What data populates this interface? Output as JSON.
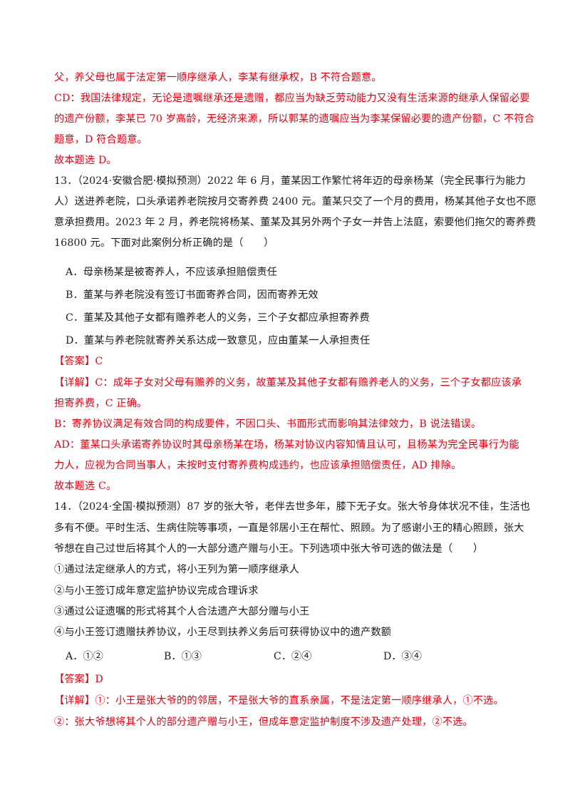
{
  "lines_top": [
    "父，养父母也属于法定第一顺序继承人，李某有继承权，B 不符合题意。",
    "CD：我国法律规定，无论是遗嘱继承还是遗赠，都应当为缺乏劳动能力又没有生活来源的继承人保留必要",
    "的遗产份额，李某已 70 岁高龄，无经济来源，所以郭某的遗嘱应当为李某保留必要的遗产份额，C 不符合",
    "题意，D 符合题意。",
    "故本题选 D。"
  ],
  "q13": {
    "stem": [
      "13．（2024·安徽合肥·模拟预测）2022 年 6 月，董某因工作繁忙将年迈的母亲杨某（完全民事行为能力",
      "人）送进养老院，口头承诺养老院按月交寄养费 2400 元。董某只交了一个月的费用，杨某其他子女也不愿",
      "意承担费用。2023 年 2 月，养老院将杨某、董某及其另外两个子女一并告上法庭，索要他们拖欠的寄养费",
      "16800 元。下面对此案例分析正确的是（　　）"
    ],
    "options": [
      "A．母亲杨某是被寄养人，不应该承担赔偿责任",
      "B．董某与养老院没有签订书面寄养合同，因而寄养无效",
      "C．董某及其他子女都有赡养老人的义务，三个子女都应承担寄养费",
      "D．董某与养老院就寄养关系达成一致意见，应由董某一人承担责任"
    ],
    "answer": "【答案】C",
    "explain": [
      "【详解】C：成年子女对父母有赡养的义务，故董某及其他子女都有赡养老人的义务，三个子女都应该承",
      "担寄养费，C 正确。",
      "B：寄养协议满足有效合同的构成要件，不因口头、书面形式而影响其法律效力，B 说法错误。",
      "AD：董某口头承诺寄养协议时其母亲杨某在场，杨某对协议内容知情且认可，且杨某为完全民事行为能",
      "力人，应视为合同当事人，未按时支付寄养费构成违约，也应该承担赔偿责任，AD 排除。"
    ],
    "conclusion": "故本题选 C。"
  },
  "q14": {
    "stem": [
      "14．（2024·全国·模拟预测）87 岁的张大爷，老伴去世多年，膝下无子女。张大爷身体状况不佳，生活也",
      "多有不便。平时生活、生病住院等事项，一直是邻居小王在帮忙、照顾。为了感谢小王的精心照顾，张大",
      "爷想在自己过世后将其个人的一大部分遗产赠与小王。下列选项中张大爷可选的做法是（　　）"
    ],
    "items": [
      "①通过法定继承人的方式，将小王列为第一顺序继承人",
      "②与小王签订成年意定监护协议完成合理诉求",
      "③通过公证遗嘱的形式将其个人合法遗产大部分赠与小王",
      "④与小王签订遗赠扶养协议，小王尽到扶养义务后可获得协议中的遗产数额"
    ],
    "options": [
      "A．①②",
      "B．①③",
      "C．②④",
      "D．③④"
    ],
    "answer": "【答案】D",
    "explain": [
      "【详解】①：小王是张大爷的的邻居，不是张大爷的直系亲属，不是法定第一顺序继承人，①不选。",
      "②：张大爷想将其个人的部分遗产赠与小王，但成年意定监护制度不涉及遗产处理，②不选。"
    ]
  }
}
